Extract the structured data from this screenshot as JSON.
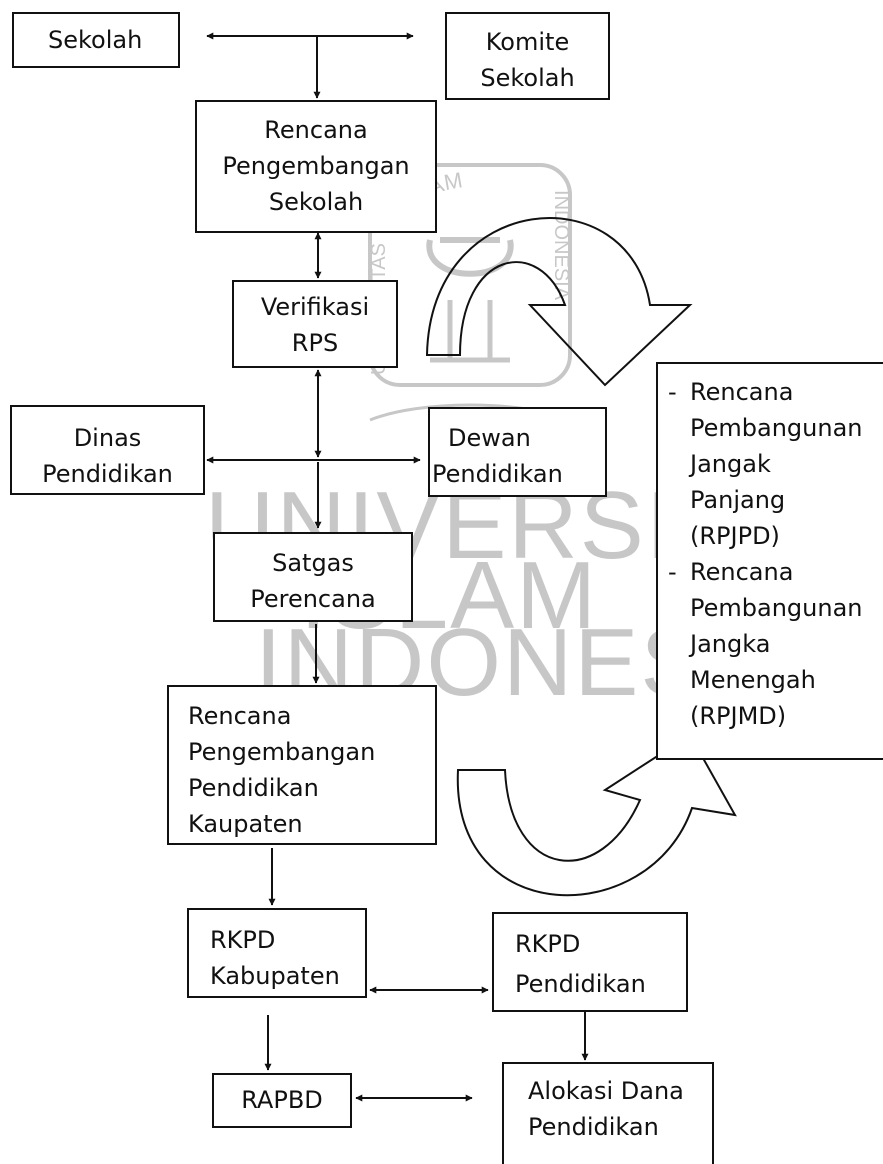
{
  "watermark": {
    "lines": [
      "UNIVERSITAS",
      "ISLAM",
      "INDONESIA"
    ],
    "seal_text_top": "ISLAM",
    "seal_text_left": "UNIVERSITAS",
    "seal_text_right": "INDONESIA"
  },
  "nodes": {
    "sekolah": [
      "Sekolah"
    ],
    "komite": [
      "Komite",
      "Sekolah"
    ],
    "rps": [
      "Rencana",
      "Pengembangan",
      "Sekolah"
    ],
    "verifikasi": [
      "Verifikasi",
      "RPS"
    ],
    "dinas": [
      "Dinas",
      "Pendidikan"
    ],
    "dewan": [
      "Dewan",
      "Pendidikan"
    ],
    "satgas": [
      "Satgas",
      "Perencana"
    ],
    "rppk": [
      "Rencana",
      "Pengembangan",
      "Pendidikan",
      "Kaupaten"
    ],
    "rkpd_kab": [
      "RKPD",
      "Kabupaten"
    ],
    "rkpd_pend": [
      "RKPD",
      "Pendidikan"
    ],
    "rapbd": [
      "RAPBD"
    ],
    "alokasi": [
      "Alokasi Dana",
      "Pendidikan"
    ]
  },
  "plans": {
    "bullet": "-",
    "rpjpd": [
      "Rencana",
      "Pembangunan",
      "Jangak",
      "Panjang",
      "(RPJPD)"
    ],
    "rpjmd": [
      "Rencana",
      "Pembangunan",
      "Jangka",
      "Menengah",
      "(RPJMD)"
    ]
  },
  "colors": {
    "ink": "#111111",
    "watermark": "#9a9a9a"
  }
}
